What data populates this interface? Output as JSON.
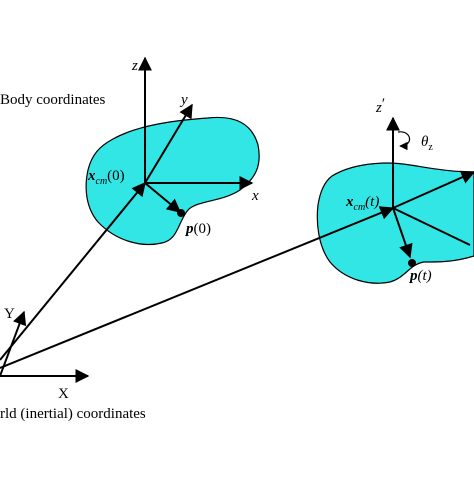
{
  "labels": {
    "body_coordinates": "Body coordinates",
    "world_coordinates": "rld (inertial) coordinates",
    "world_X": "X",
    "world_Y": "Y",
    "body0_z": "z",
    "body0_y": "y",
    "body0_x": "x",
    "body1_z": "z",
    "body1_z_prime": "′",
    "theta": "θ",
    "theta_sub": "z",
    "xcm": "x",
    "xcm_sub": "cm",
    "xcm0_arg": "(0)",
    "xcm1_arg": "(t)",
    "p": "p",
    "p0_arg": "(0)",
    "p1_arg": "(t)"
  },
  "colors": {
    "body_fill": "#33e6e6",
    "stroke": "#000000"
  }
}
